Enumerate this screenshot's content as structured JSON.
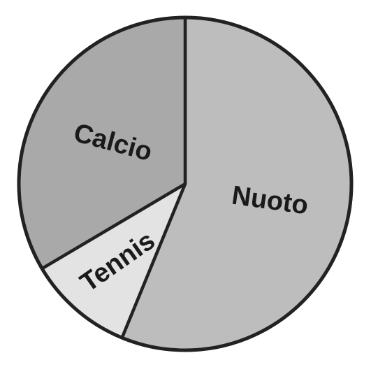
{
  "chart_data": {
    "type": "pie",
    "title": "",
    "slices": [
      {
        "label": "Nuoto",
        "value": 56.2,
        "color": "#bdbdbd"
      },
      {
        "label": "Tennis",
        "value": 10.3,
        "color": "#e3e3e3"
      },
      {
        "label": "Calcio",
        "value": 33.5,
        "color": "#a9a9a9"
      }
    ],
    "start_angle_deg": 0,
    "direction": "clockwise",
    "legend": "none"
  }
}
